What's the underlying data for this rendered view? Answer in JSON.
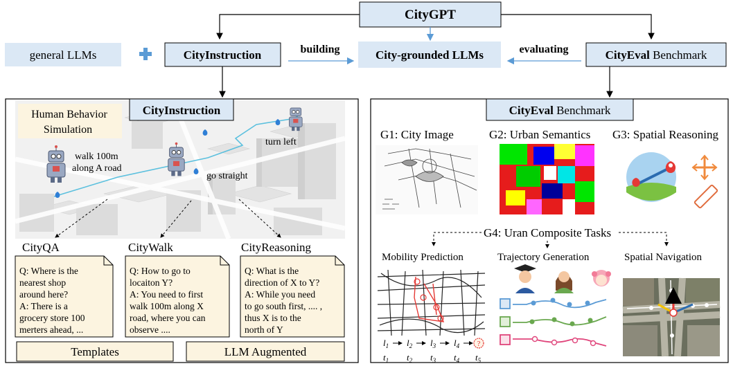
{
  "top": {
    "citygpt": "CityGPT",
    "general_llms": "general LLMs",
    "plus": "+",
    "cityinstruction": "CityInstruction",
    "building": "building",
    "city_grounded": "City-grounded LLMs",
    "evaluating": "evaluating",
    "cityeval_bold": "CityEval",
    "cityeval_rest": " Benchmark"
  },
  "left_panel": {
    "header": "CityInstruction",
    "sim_title_1": "Human Behavior",
    "sim_title_2": "Simulation",
    "walk_1": "walk 100m",
    "walk_2": "along A road",
    "go_straight": "go straight",
    "turn_left": "turn left",
    "tasks": [
      {
        "title": "CityQA",
        "lines": [
          "Q: Where is the",
          "nearest shop",
          "around here?",
          "A:  There is a",
          "grocery store 100",
          "merters ahead, ..."
        ]
      },
      {
        "title": "CityWalk",
        "lines": [
          "Q: How to go to",
          "locaiton Y?",
          "A: You need to first",
          "walk 100m along X",
          "road, where you can",
          "observe ...."
        ]
      },
      {
        "title": "CityReasoning",
        "lines": [
          "Q: What is the",
          "direction of X to Y?",
          "A: While you need",
          "to go south first, .... ,",
          "thus X is to the",
          "north of Y"
        ]
      }
    ],
    "templates": "Templates",
    "llm_augmented": "LLM Augmented"
  },
  "right_panel": {
    "header_bold": "CityEval",
    "header_rest": " Benchmark",
    "g1": "G1: City Image",
    "g2": "G2: Urban Semantics",
    "g3": "G3: Spatial Reasoning",
    "g4": "G4: Uran Composite Tasks",
    "mobility": "Mobility Prediction",
    "trajectory": "Trajectory Generation",
    "navigation": "Spatial Navigation",
    "seq_l": [
      "l",
      "l",
      "l",
      "l"
    ],
    "seq_t": [
      "t",
      "t",
      "t",
      "t",
      "t"
    ],
    "seq_sub": [
      "1",
      "2",
      "3",
      "4",
      "5"
    ],
    "seq_q": "?"
  },
  "colors": {
    "box_blue": "#dbe8f5",
    "box_cream": "#fcf4e0",
    "arrow_blue": "#5b9bd5",
    "path_cyan": "#5bc0de"
  }
}
